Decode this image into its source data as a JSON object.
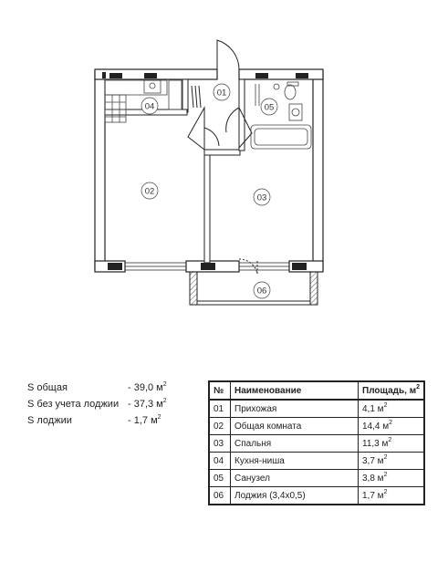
{
  "rooms_on_plan": [
    "01",
    "02",
    "03",
    "04",
    "05",
    "06"
  ],
  "summary": {
    "total_label": "S общая",
    "total_value": "- 39,0 м",
    "no_loggia_label": "S без учета лоджии",
    "no_loggia_value": "- 37,3 м",
    "loggia_label": "S лоджии",
    "loggia_value": "- 1,7 м",
    "unit_sup": "2"
  },
  "table": {
    "headers": [
      "№",
      "Наименование",
      "Площадь, м"
    ],
    "header_sup": "2",
    "rows": [
      {
        "num": "01",
        "name": "Прихожая",
        "area": "4,1 м"
      },
      {
        "num": "02",
        "name": "Общая комната",
        "area": "14,4 м"
      },
      {
        "num": "03",
        "name": "Спальня",
        "area": "11,3 м"
      },
      {
        "num": "04",
        "name": "Кухня-ниша",
        "area": "3,7 м"
      },
      {
        "num": "05",
        "name": "Санузел",
        "area": "3,8 м"
      },
      {
        "num": "06",
        "name": "Лоджия (3,4х0,5)",
        "area": "1,7 м"
      }
    ],
    "area_sup": "2"
  }
}
